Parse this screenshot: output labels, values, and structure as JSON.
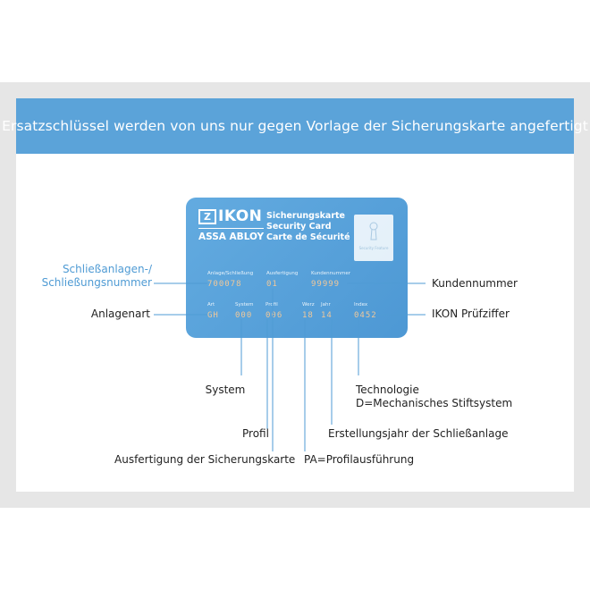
{
  "header": {
    "title": "Ersatzschlüssel werden von uns nur gegen Vorlage der Sicherungskarte angefertigt"
  },
  "card": {
    "logo_ikon": "IKON",
    "logo_box": "Z",
    "logo_assa": "ASSA ABLOY",
    "title_lines": [
      "Sicherungskarte",
      "Security Card",
      "Carte de Sécurité"
    ],
    "window_caption": "Security Feature",
    "fields_row1": [
      {
        "label": "Anlage/Schließung",
        "value": "700078"
      },
      {
        "label": "Ausfertigung",
        "value": "01"
      },
      {
        "label": "Kundennummer",
        "value": "99999"
      }
    ],
    "fields_row2": [
      {
        "label": "Art",
        "value": "GH"
      },
      {
        "label": "System",
        "value": "000"
      },
      {
        "label": "Profil",
        "value": "006"
      },
      {
        "label": "Werz",
        "value": "18"
      },
      {
        "label": "Jahr",
        "value": "14"
      },
      {
        "label": "Index",
        "value": "0452"
      }
    ]
  },
  "labels": {
    "schliess_line1": "Schließanlagen-/",
    "schliess_line2": "Schließungsnummer",
    "anlagenart": "Anlagenart",
    "kundennummer": "Kundennummer",
    "pruefziffer": "IKON Prüfziffer",
    "system": "System",
    "technologie_line1": "Technologie",
    "technologie_line2": "D=Mechanisches Stiftsystem",
    "profil": "Profil",
    "erstellungsjahr": "Erstellungsjahr der Schließanlage",
    "ausfertigung": "Ausfertigung der Sicherungskarte",
    "pa": "PA=Profilausführung"
  },
  "colors": {
    "header": "#5ba3d9",
    "card": "#5aa3db",
    "accent_label": "#4f9bd4",
    "background_band": "#e6e6e6"
  }
}
